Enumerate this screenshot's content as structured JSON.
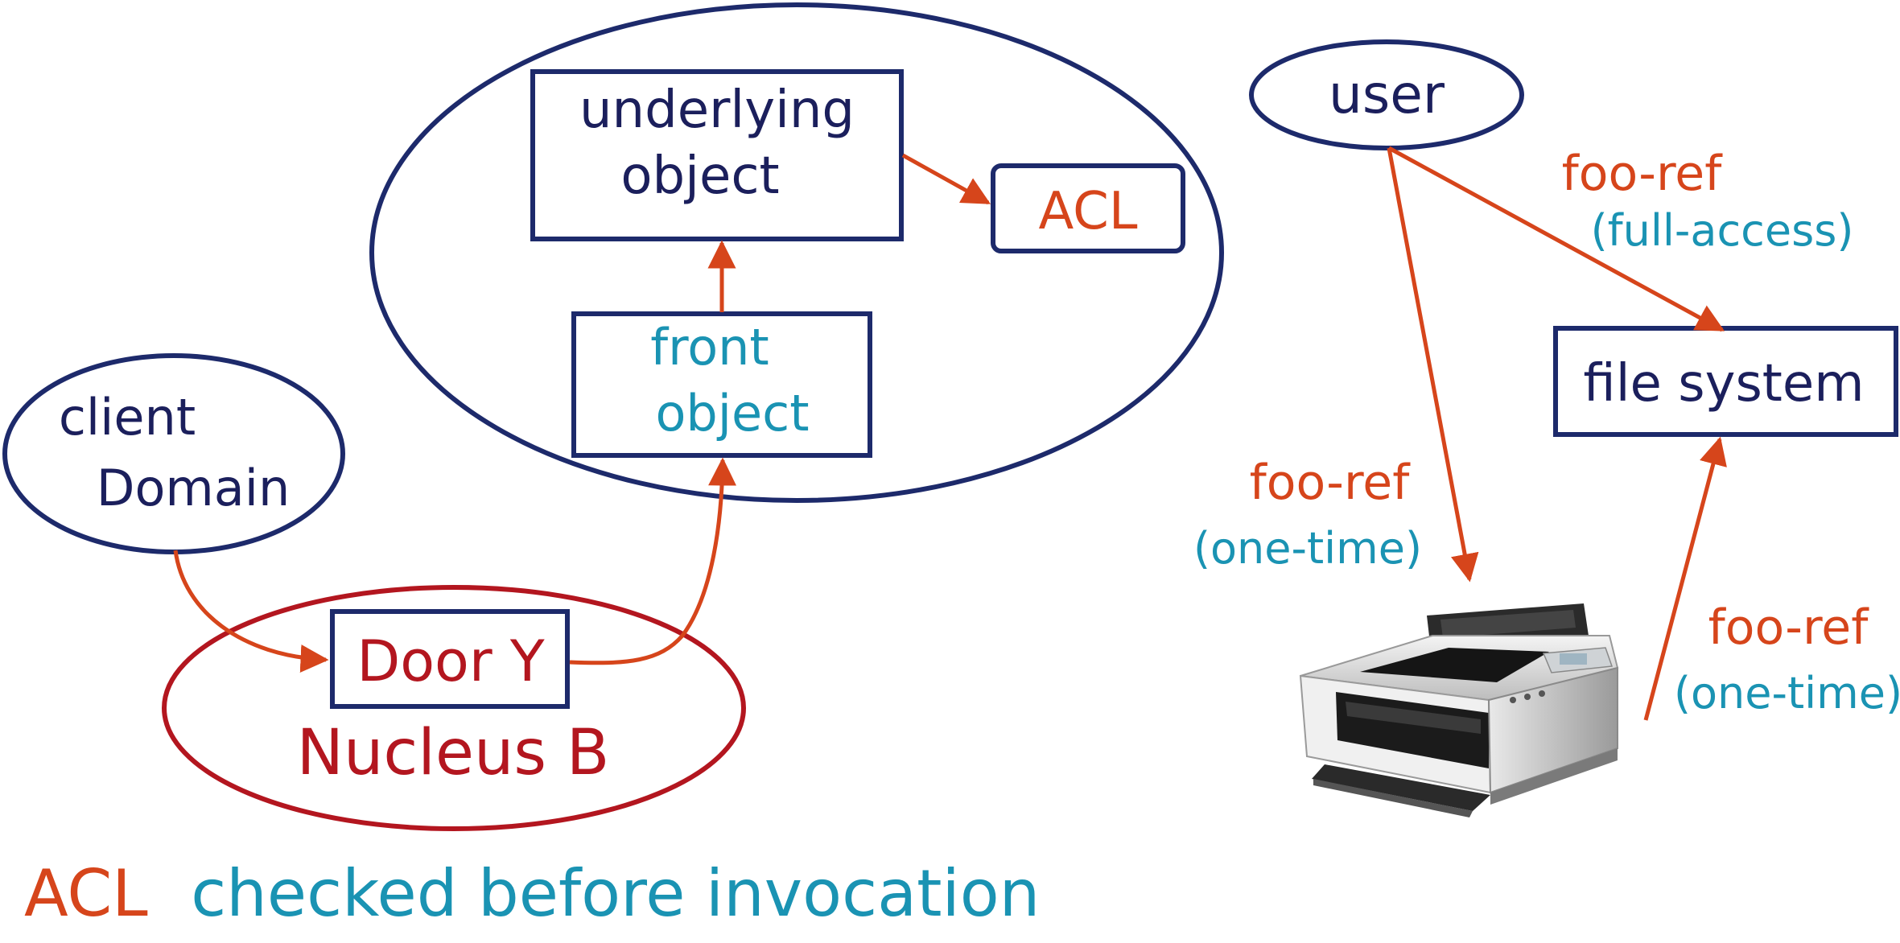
{
  "colors": {
    "navy": "#1d2a6b",
    "ink": "#1b1f5c",
    "teal": "#1a93b3",
    "orange": "#d6451b",
    "crimson": "#b3161f"
  },
  "left": {
    "server_domain": {
      "underlying_object_line1": "underlying",
      "underlying_object_line2": "object",
      "acl": "ACL",
      "front_object_line1": "front",
      "front_object_line2": "object"
    },
    "client_domain_line1": "client",
    "client_domain_line2": "Domain",
    "nucleus": {
      "door": "Door Y",
      "label": "Nucleus B"
    },
    "caption_acl": "ACL",
    "caption_rest": "checked before invocation"
  },
  "right": {
    "user": "user",
    "file_system": "file system",
    "edge_user_fs_label": "foo-ref",
    "edge_user_fs_qualifier": "(full-access)",
    "edge_user_printer_label": "foo-ref",
    "edge_user_printer_qualifier": "(one-time)",
    "edge_printer_fs_label": "foo-ref",
    "edge_printer_fs_qualifier": "(one-time)",
    "printer_icon": "printer-icon"
  }
}
